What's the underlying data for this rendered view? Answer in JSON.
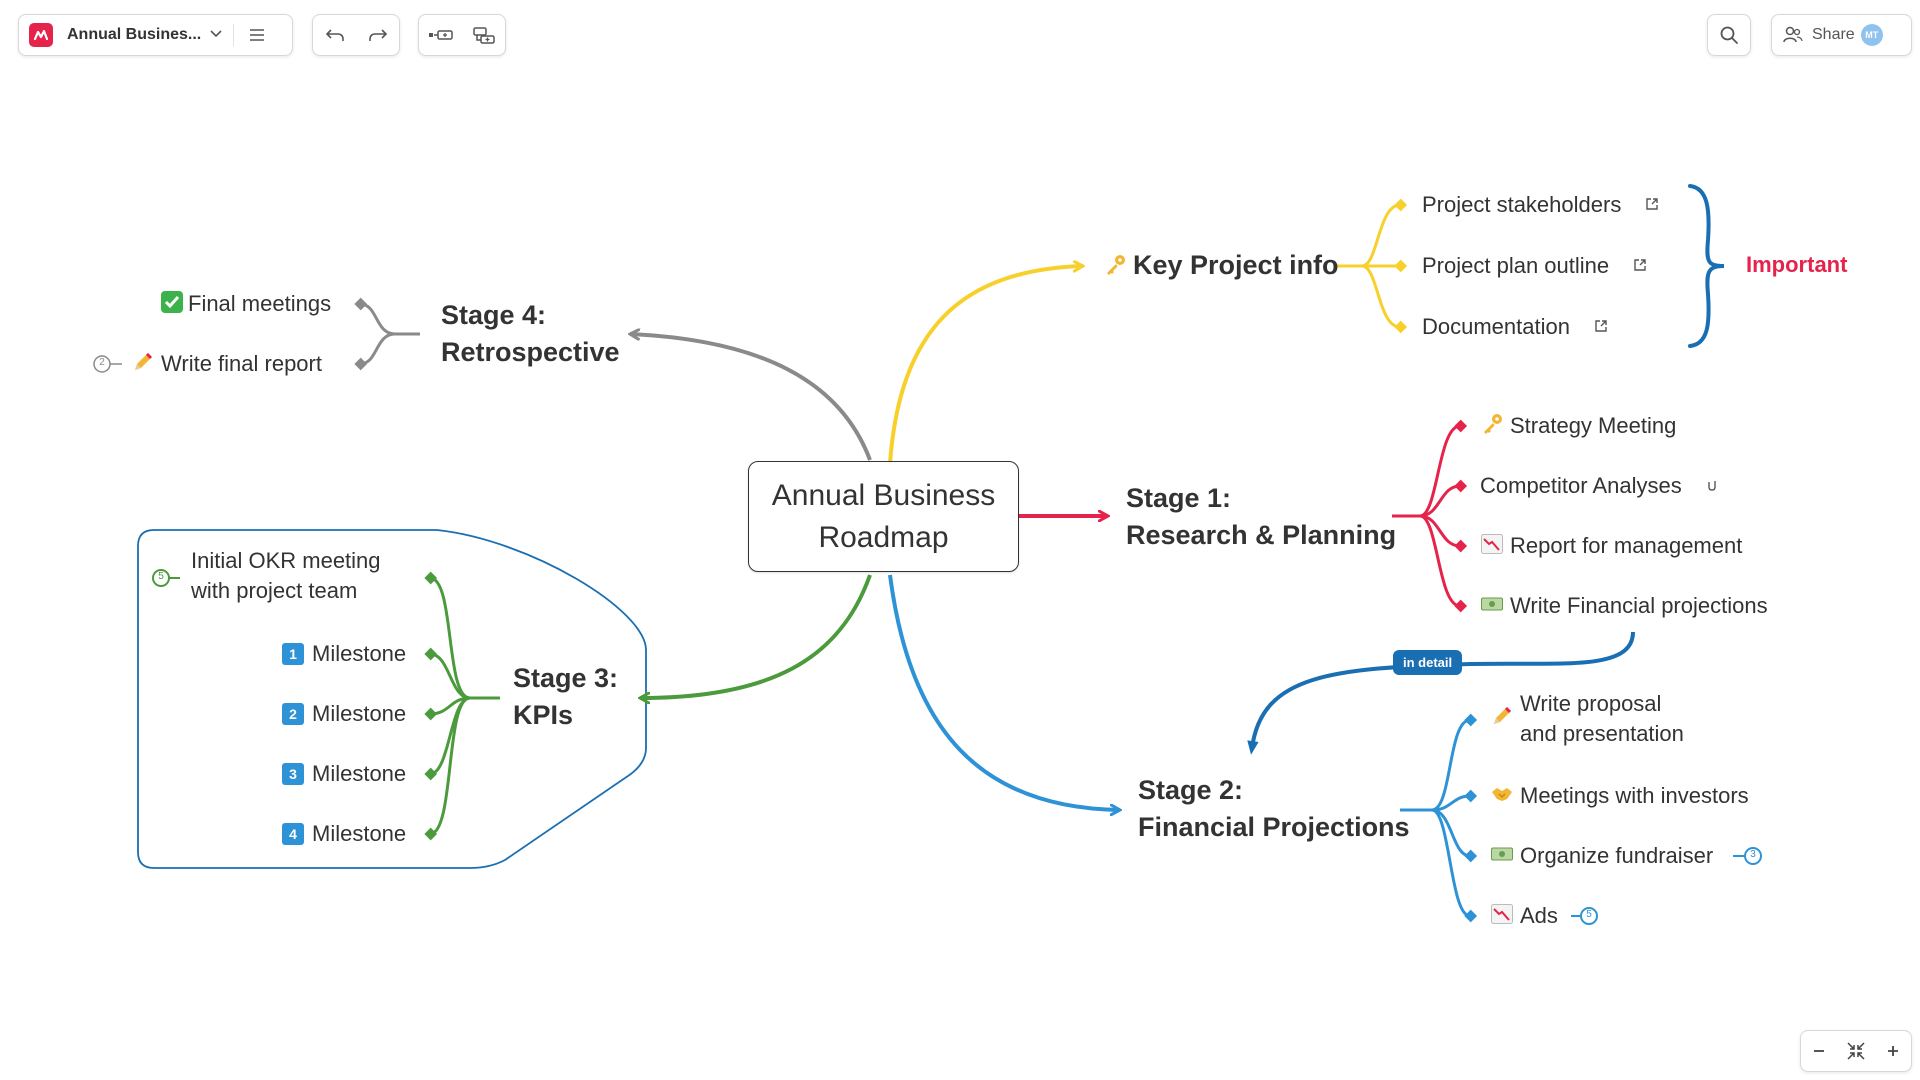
{
  "toolbar": {
    "doc_title": "Annual Busines...",
    "share_label": "Share",
    "avatar_initials": "MT"
  },
  "central": {
    "line1": "Annual Business",
    "line2": "Roadmap"
  },
  "key_info": {
    "title": "Key Project info",
    "children": [
      "Project stakeholders",
      "Project plan outline",
      "Documentation"
    ],
    "boundary_label": "Important"
  },
  "stage1": {
    "line1": "Stage 1:",
    "line2": "Research & Planning",
    "children": [
      "Strategy Meeting",
      "Competitor Analyses",
      "Report for management",
      "Write Financial projections"
    ]
  },
  "relation_label": "in detail",
  "stage2": {
    "line1": "Stage 2:",
    "line2": "Financial Projections",
    "children": [
      {
        "line1": "Write proposal",
        "line2": "and presentation"
      },
      {
        "text": "Meetings with investors"
      },
      {
        "text": "Organize fundraiser",
        "count": "3"
      },
      {
        "text": "Ads",
        "count": "5"
      }
    ]
  },
  "stage3": {
    "line1": "Stage 3:",
    "line2": "KPIs",
    "okr": {
      "line1": "Initial OKR meeting",
      "line2": "with project team",
      "count": "5"
    },
    "milestones": [
      {
        "num": "1",
        "text": "Milestone"
      },
      {
        "num": "2",
        "text": "Milestone"
      },
      {
        "num": "3",
        "text": "Milestone"
      },
      {
        "num": "4",
        "text": "Milestone"
      }
    ]
  },
  "stage4": {
    "line1": "Stage 4:",
    "line2": "Retrospective",
    "children": [
      {
        "text": "Final meetings"
      },
      {
        "text": "Write final report",
        "count": "2"
      }
    ]
  },
  "colors": {
    "key_info": "#f7d02c",
    "stage1": "#e5234b",
    "stage2": "#2e93d6",
    "stage3": "#4b9b3c",
    "stage4": "#8a8a8a",
    "relation": "#1a6fb3",
    "boundary_kpi": "#1a6fb3",
    "important": "#e5234b"
  },
  "icons": {
    "logo": "mindmeister-logo-icon",
    "key": "key-icon",
    "check": "check-mark-icon",
    "pencil": "pencil-icon",
    "chart_down": "chart-decreasing-icon",
    "money": "money-icon",
    "handshake": "handshake-icon",
    "external_link": "external-link-icon",
    "attachment": "attachment-icon"
  }
}
